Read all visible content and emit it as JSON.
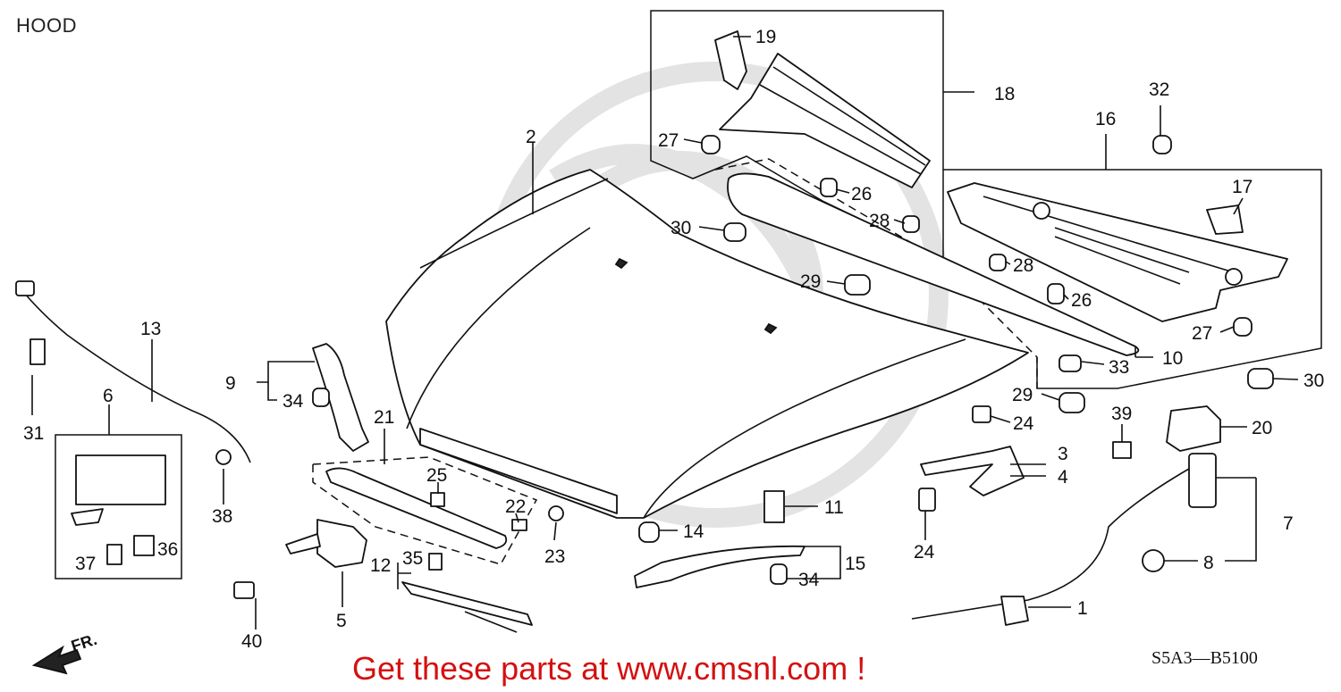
{
  "header": {
    "title": "HOOD"
  },
  "footer": {
    "diagram_code": "S5A3—B5100",
    "promo_text": "Get these parts at www.cmsnl.com !"
  },
  "direction_marker": "FR.",
  "callouts": [
    "1",
    "2",
    "3",
    "4",
    "5",
    "6",
    "7",
    "8",
    "9",
    "10",
    "11",
    "12",
    "13",
    "14",
    "15",
    "16",
    "17",
    "18",
    "19",
    "20",
    "21",
    "22",
    "23",
    "24",
    "24",
    "25",
    "26",
    "26",
    "27",
    "27",
    "28",
    "28",
    "29",
    "29",
    "30",
    "30",
    "31",
    "32",
    "33",
    "34",
    "34",
    "35",
    "36",
    "37",
    "38",
    "39",
    "40"
  ],
  "colors": {
    "promo": "#d41010",
    "line": "#111111",
    "watermark": "#e3e3e3"
  }
}
